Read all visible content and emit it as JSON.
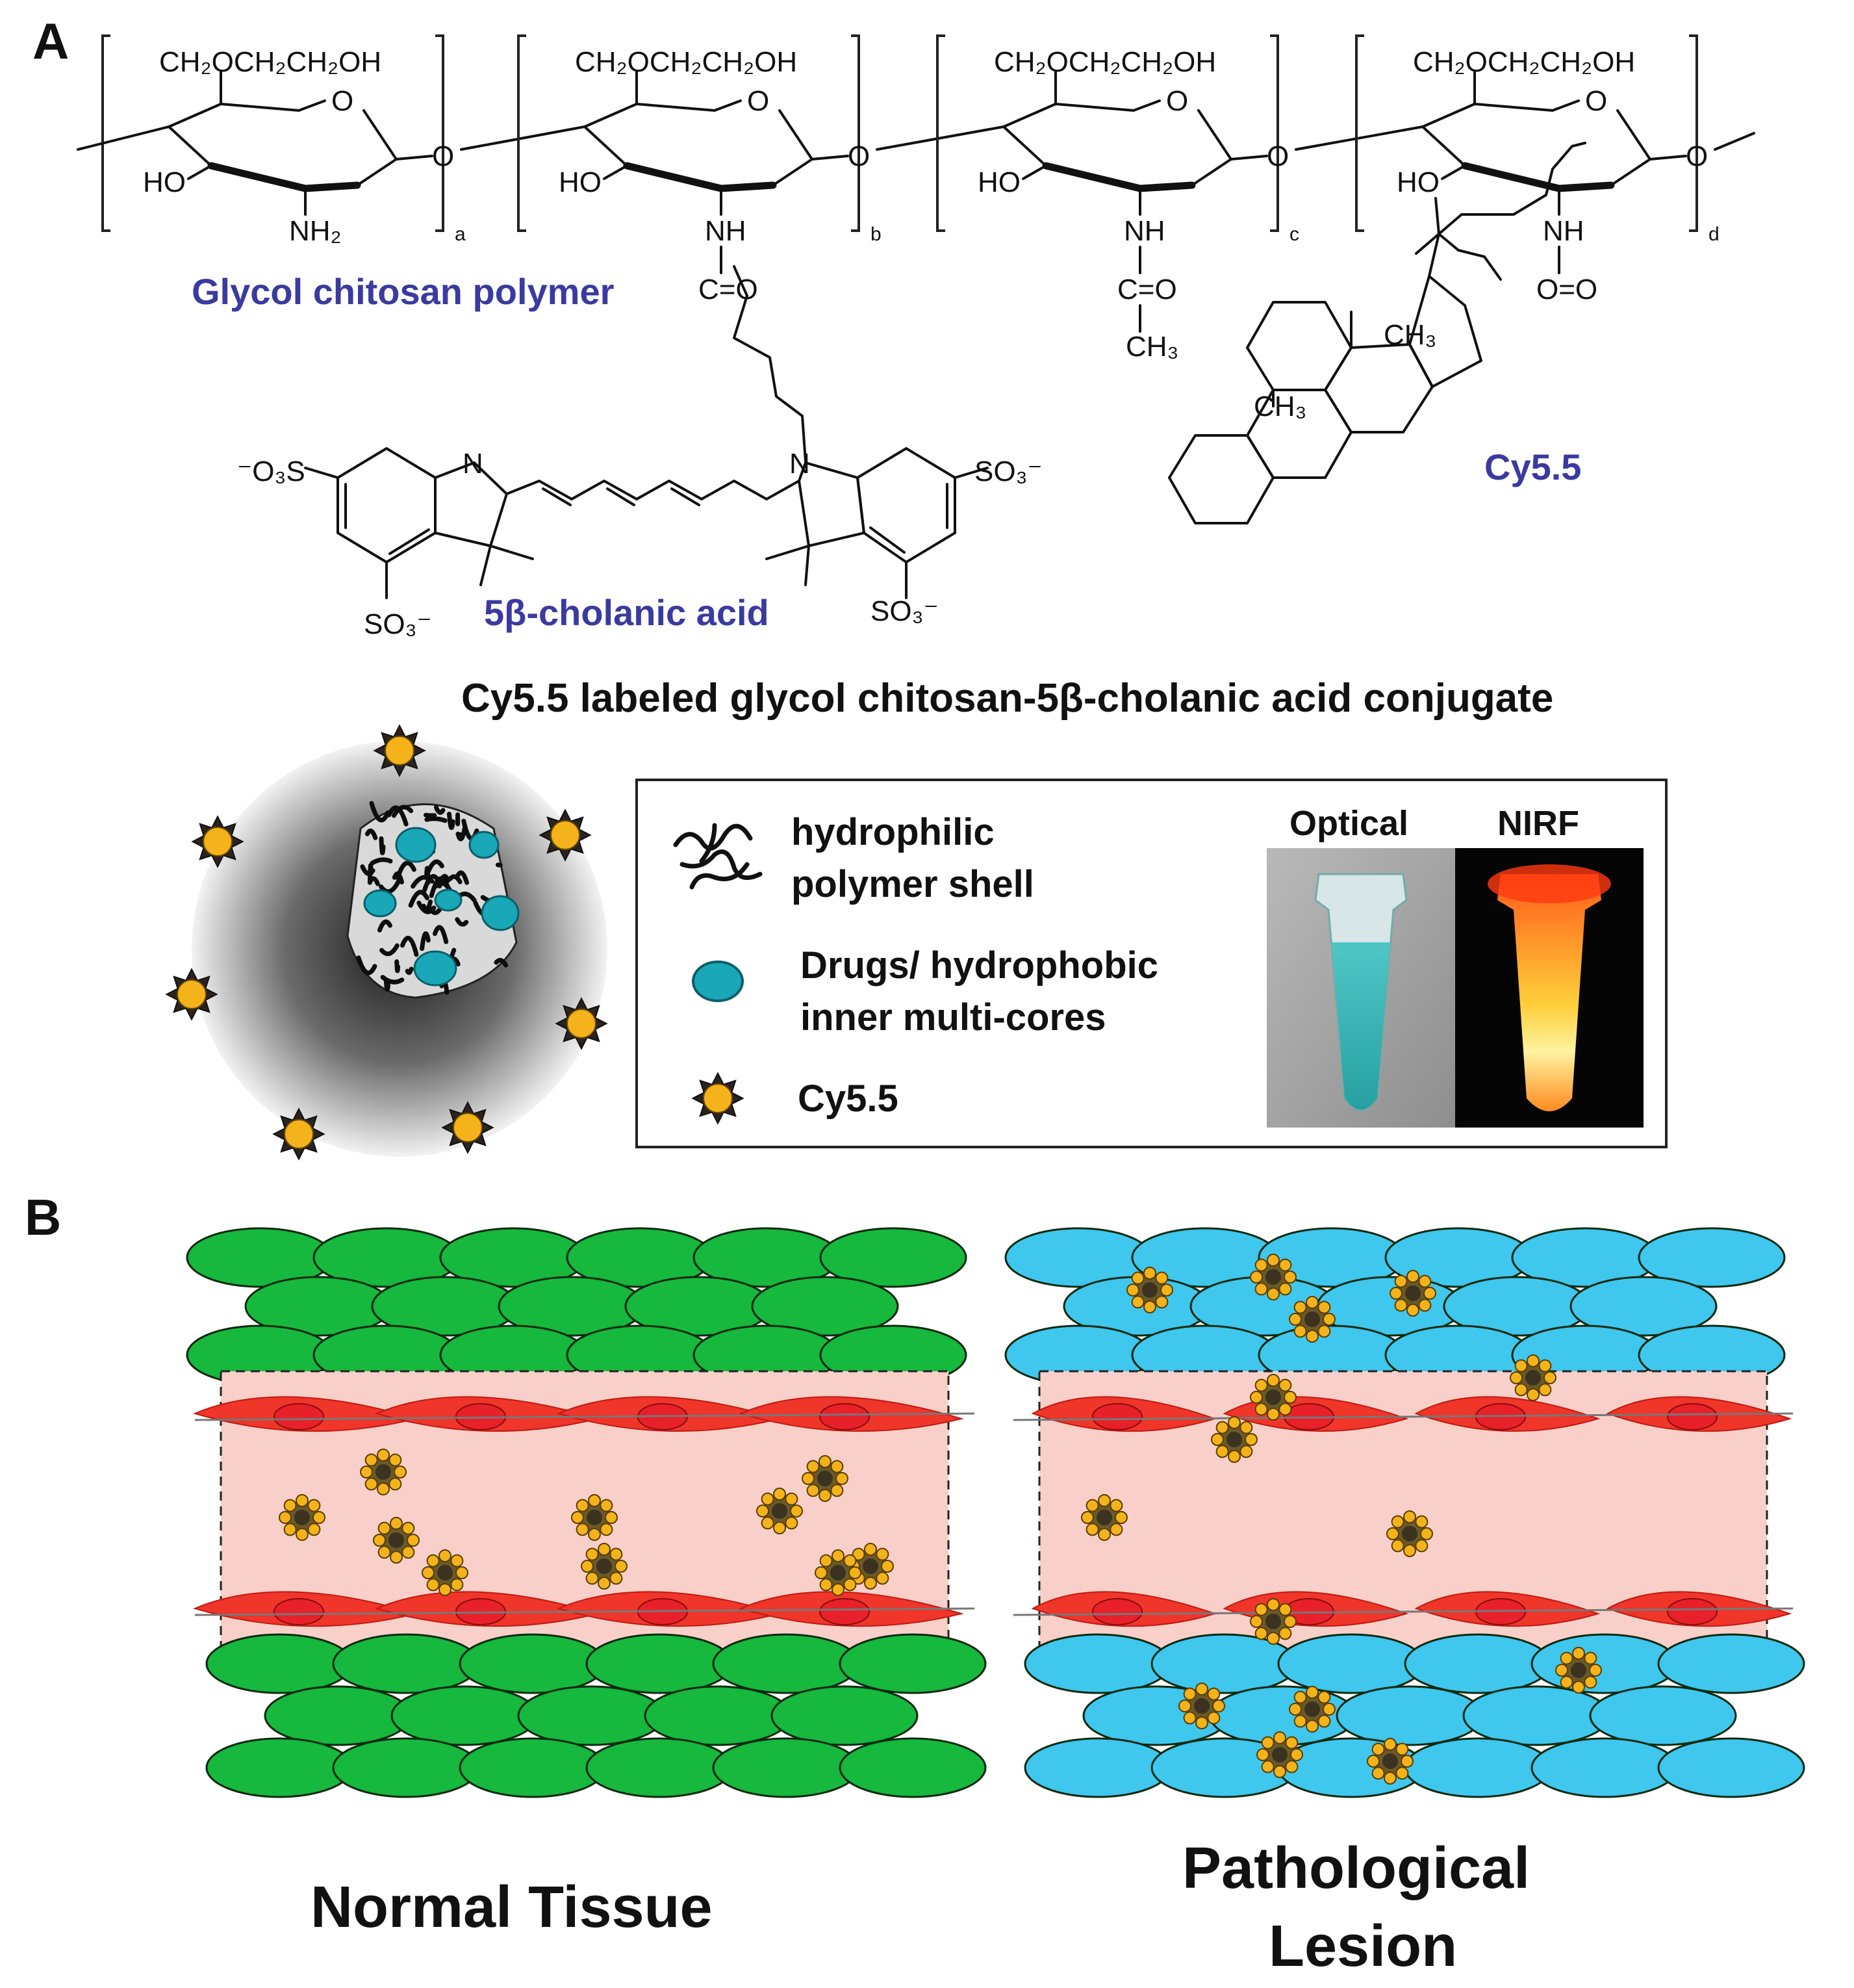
{
  "panel_a": {
    "label": "A",
    "units": [
      {
        "side_chain": "CH₂OCH₂CH₂OH",
        "hydroxyl": "HO",
        "ring_oxygen": "O",
        "link_oxygen": "O",
        "substituent": "NH₂",
        "subscript": "a"
      },
      {
        "side_chain": "CH₂OCH₂CH₂OH",
        "hydroxyl": "HO",
        "ring_oxygen": "O",
        "link_oxygen": "O",
        "substituent": "NH",
        "subscript": "b",
        "carbonyl": "C=O"
      },
      {
        "side_chain": "CH₂OCH₂CH₂OH",
        "hydroxyl": "HO",
        "ring_oxygen": "O",
        "link_oxygen": "O",
        "substituent": "NH",
        "subscript": "c",
        "carbonyl": "C=O",
        "methyl": "CH₃"
      },
      {
        "side_chain": "CH₂OCH₂CH₂OH",
        "hydroxyl": "HO",
        "ring_oxygen": "O",
        "link_oxygen": "O",
        "substituent": "NH",
        "subscript": "d",
        "carbonyl": "O=O"
      }
    ],
    "labels": {
      "polymer": "Glycol chitosan polymer",
      "cholanic": "5β-cholanic acid",
      "cy55": "Cy5.5",
      "conjugate_title": "Cy5.5 labeled glycol chitosan-5β-cholanic acid conjugate"
    },
    "dye": {
      "n_left": "N",
      "n_right": "N",
      "sulfonate_top_left": "⁻O₃S",
      "sulfonate_bottom_left": "SO₃⁻",
      "sulfonate_top_right": "SO₃⁻",
      "sulfonate_bottom_right": "SO₃⁻"
    },
    "steroid": {
      "methyl_1": "CH₃",
      "methyl_2": "CH₃"
    },
    "legend": {
      "shell_line1": "hydrophilic",
      "shell_line2": "polymer shell",
      "core_line1": "Drugs/ hydrophobic",
      "core_line2": "inner multi-cores",
      "dye_label": "Cy5.5",
      "photo_optical": "Optical",
      "photo_nirf": "NIRF"
    }
  },
  "panel_b": {
    "label": "B",
    "normal_label": "Normal Tissue",
    "lesion_line1": "Pathological",
    "lesion_line2": "Lesion"
  },
  "colors": {
    "label_blue": "#3a3aa0",
    "normal_cell": "#16b83d",
    "lesion_cell": "#3fc7ee",
    "vessel_bg": "#f9cfc9",
    "endothelial": "#f0352a",
    "dye_core": "#f4b31a",
    "drug_cyan": "#1aa7b7"
  }
}
